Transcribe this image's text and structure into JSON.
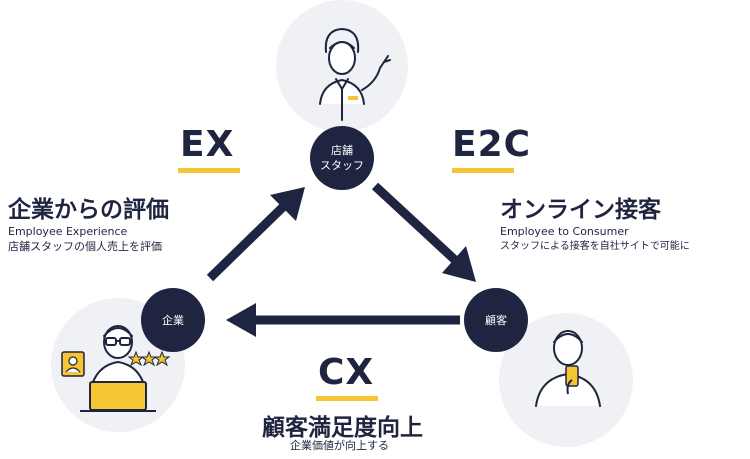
{
  "nodes": {
    "staff": "店舗\nスタッフ",
    "company": "企業",
    "customer": "顧客"
  },
  "ex": {
    "abbr": "EX",
    "title": "企業からの評価",
    "sub1": "Employee  Experience",
    "sub2": "店舗スタッフの個人売上を評価"
  },
  "e2c": {
    "abbr": "E2C",
    "title": "オンライン接客",
    "sub1": "Employee  to Consumer",
    "sub2": "スタッフによる接客を自社サイトで可能に"
  },
  "cx": {
    "abbr": "CX",
    "title": "顧客満足度向上",
    "sub1": "企業価値が向上する"
  },
  "colors": {
    "navy": "#1f2440",
    "accent": "#f5c533",
    "light_circle": "#f0f1f4"
  },
  "icons": [
    "staff-person-icon",
    "company-person-icon",
    "customer-person-icon",
    "phone-icon",
    "laptop-icon",
    "stars-icon"
  ]
}
